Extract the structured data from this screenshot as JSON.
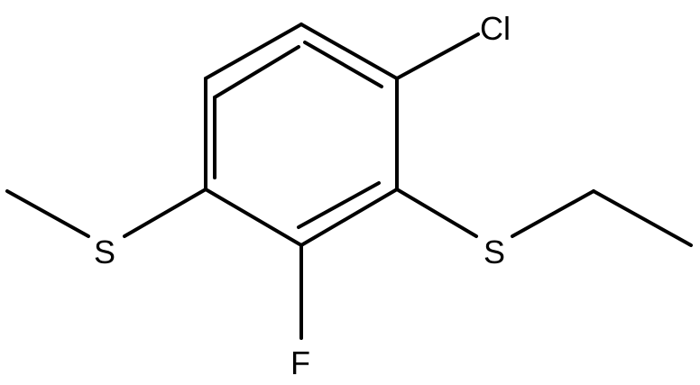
{
  "molecule": {
    "atom_labels": {
      "cl": "Cl",
      "s_left": "S",
      "s_right": "S",
      "f": "F"
    }
  }
}
